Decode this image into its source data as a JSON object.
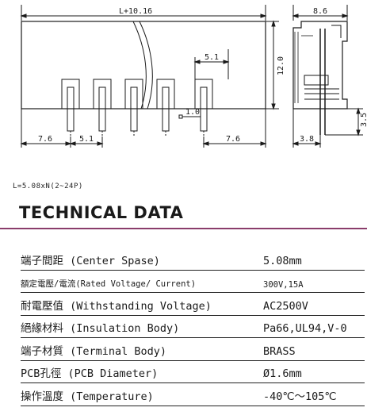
{
  "drawing": {
    "dims": {
      "total_length": "L+10.16",
      "width": "8.6",
      "pitch_top": "5.1",
      "height": "12.0",
      "pin_square": "1.0",
      "left_margin": "7.6",
      "pitch_bottom": "5.1",
      "right_margin": "7.6",
      "pin_extension": "3.5",
      "side_offset": "3.8"
    }
  },
  "formula": "L=5.08xN(2~24P)",
  "heading": "TECHNICAL DATA",
  "specs": [
    {
      "label": "端子間距 (Center Spase)",
      "value": "5.08mm"
    },
    {
      "label": "額定電壓/電流(Rated Voltage/ Current)",
      "value": "300V,15A"
    },
    {
      "label": "耐電壓值 (Withstanding Voltage)",
      "value": "AC2500V"
    },
    {
      "label": "絕緣材料 (Insulation Body)",
      "value": "Pa66,UL94,V-0"
    },
    {
      "label": "端子材質 (Terminal Body)",
      "value": "BRASS"
    },
    {
      "label": "PCB孔徑 (PCB Diameter)",
      "value": "Ø1.6mm"
    },
    {
      "label": "操作溫度 (Temperature)",
      "value": "-40℃～105℃"
    }
  ]
}
